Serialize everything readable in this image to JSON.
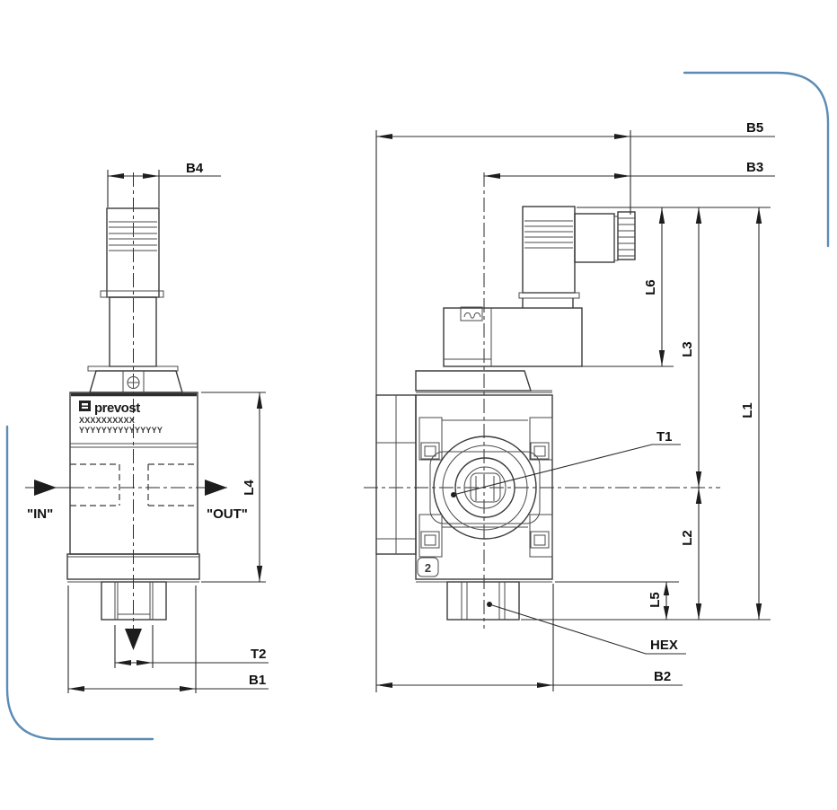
{
  "labels": {
    "b4": "B4",
    "l4": "L4",
    "t2": "T2",
    "b1": "B1",
    "b5": "B5",
    "b3": "B3",
    "l6": "L6",
    "l3": "L3",
    "l1": "L1",
    "l2": "L2",
    "l5": "L5",
    "t1": "T1",
    "hex": "HEX",
    "b2": "B2"
  },
  "front_view": {
    "brand": "prevost",
    "code_line1": "XXXXXXXXXX",
    "code_line2": "YYYYYYYYYYYYYYY",
    "inlet": "\"IN\"",
    "outlet": "\"OUT\""
  },
  "side_view": {
    "port_badge": "2"
  },
  "colors": {
    "accent": "#5b8cb5",
    "line": "#3a3a3a",
    "text": "#111111"
  }
}
